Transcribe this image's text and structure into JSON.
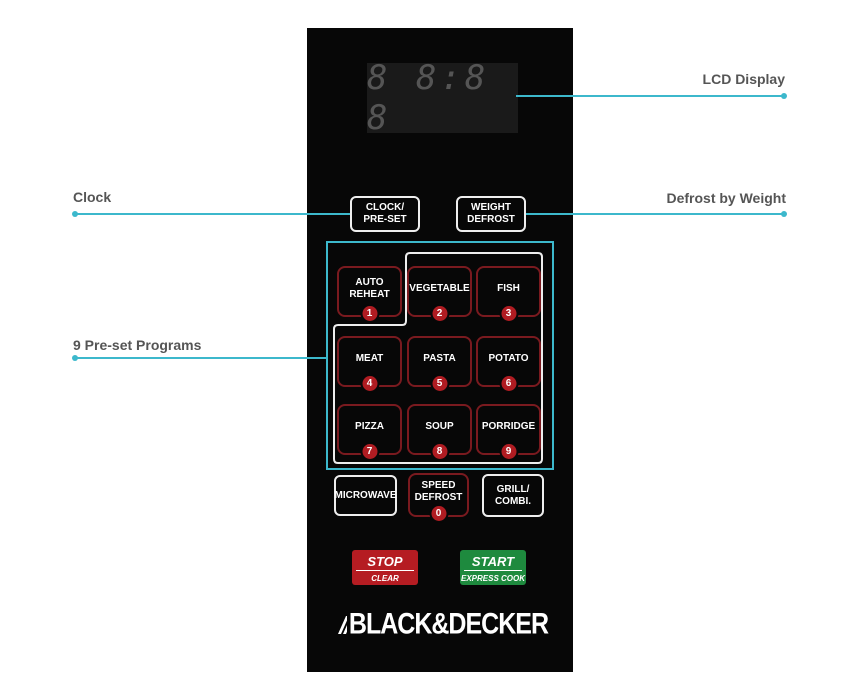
{
  "callouts": {
    "lcd": "LCD Display",
    "clock": "Clock",
    "defrost": "Defrost by Weight",
    "programs": "9 Pre-set Programs"
  },
  "display": {
    "digits": "8 8:8 8"
  },
  "buttons": {
    "clock": "CLOCK/\nPRE-SET",
    "weight_defrost": "WEIGHT\nDEFROST",
    "microwave": "MICROWAVE",
    "speed_defrost": "SPEED\nDEFROST",
    "speed_defrost_num": "0",
    "grill": "GRILL/\nCOMBI."
  },
  "programs": [
    {
      "label": "AUTO\nREHEAT",
      "num": "1"
    },
    {
      "label": "VEGETABLE",
      "num": "2"
    },
    {
      "label": "FISH",
      "num": "3"
    },
    {
      "label": "MEAT",
      "num": "4"
    },
    {
      "label": "PASTA",
      "num": "5"
    },
    {
      "label": "POTATO",
      "num": "6"
    },
    {
      "label": "PIZZA",
      "num": "7"
    },
    {
      "label": "SOUP",
      "num": "8"
    },
    {
      "label": "PORRIDGE",
      "num": "9"
    }
  ],
  "stop": {
    "label": "STOP",
    "sub": "CLEAR",
    "color": "#b51c22"
  },
  "start": {
    "label": "START",
    "sub": "EXPRESS COOK",
    "color": "#1e8a3e"
  },
  "brand": "BLACK&DECKER"
}
